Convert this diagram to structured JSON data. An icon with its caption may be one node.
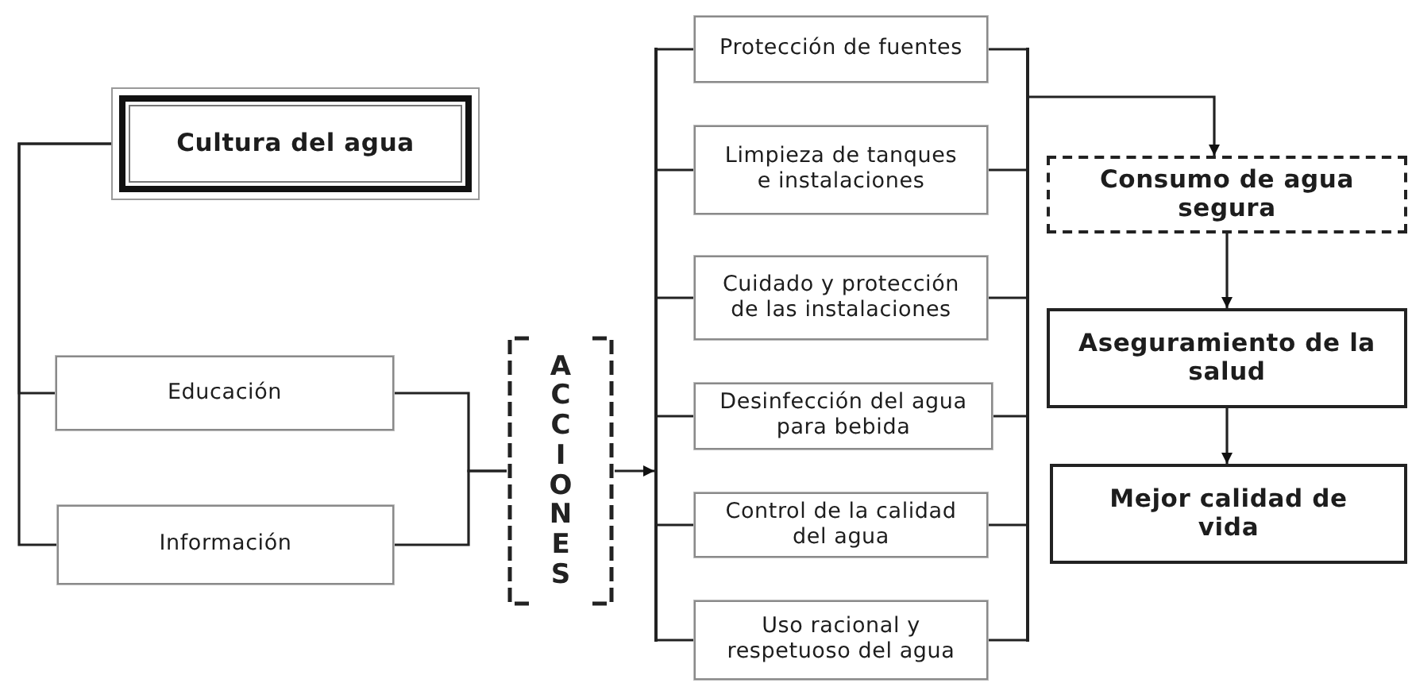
{
  "diagram": {
    "nodes": [
      {
        "text": [
          "Cultura del agua"
        ]
      },
      {
        "text": [
          "Educación"
        ]
      },
      {
        "text": [
          "Información"
        ]
      },
      {
        "text": [
          "ACCIONES"
        ]
      },
      {
        "text": [],
        "shape": "bar"
      },
      {
        "text": [
          "Protección de fuentes"
        ]
      },
      {
        "text": [
          "Limpieza de tanques e instalaciones"
        ]
      },
      {
        "text": [
          "Cuidado y protección de las instalaciones"
        ]
      },
      {
        "text": [
          "Desinfección del agua para bebida"
        ]
      },
      {
        "text": [
          "Control de la calidad del agua"
        ]
      },
      {
        "text": [
          "Uso racional y respetuoso del agua"
        ]
      },
      {
        "text": [],
        "shape": "bar"
      },
      {
        "text": [
          "Consumo de agua segura"
        ]
      },
      {
        "text": [
          "Aseguramiento de la salud"
        ]
      },
      {
        "text": [
          "Mejor calidad de vida"
        ]
      }
    ],
    "edges": [
      {
        "from": 0,
        "to": 1,
        "arrow": "none"
      },
      {
        "from": 0,
        "to": 2,
        "arrow": "none"
      },
      {
        "from": 1,
        "to": 3,
        "arrow": "none"
      },
      {
        "from": 2,
        "to": 3,
        "arrow": "none"
      },
      {
        "from": 3,
        "to": 4,
        "arrow": "to"
      },
      {
        "from": 4,
        "to": 5,
        "arrow": "none"
      },
      {
        "from": 4,
        "to": 6,
        "arrow": "none"
      },
      {
        "from": 4,
        "to": 7,
        "arrow": "none"
      },
      {
        "from": 4,
        "to": 8,
        "arrow": "none"
      },
      {
        "from": 4,
        "to": 9,
        "arrow": "none"
      },
      {
        "from": 4,
        "to": 10,
        "arrow": "none"
      },
      {
        "from": 5,
        "to": 11,
        "arrow": "none"
      },
      {
        "from": 6,
        "to": 11,
        "arrow": "none"
      },
      {
        "from": 7,
        "to": 11,
        "arrow": "none"
      },
      {
        "from": 8,
        "to": 11,
        "arrow": "none"
      },
      {
        "from": 9,
        "to": 11,
        "arrow": "none"
      },
      {
        "from": 10,
        "to": 11,
        "arrow": "none"
      },
      {
        "from": 11,
        "to": 12,
        "arrow": "to"
      },
      {
        "from": 12,
        "to": 13,
        "arrow": "to"
      },
      {
        "from": 13,
        "to": 14,
        "arrow": "to"
      }
    ]
  }
}
